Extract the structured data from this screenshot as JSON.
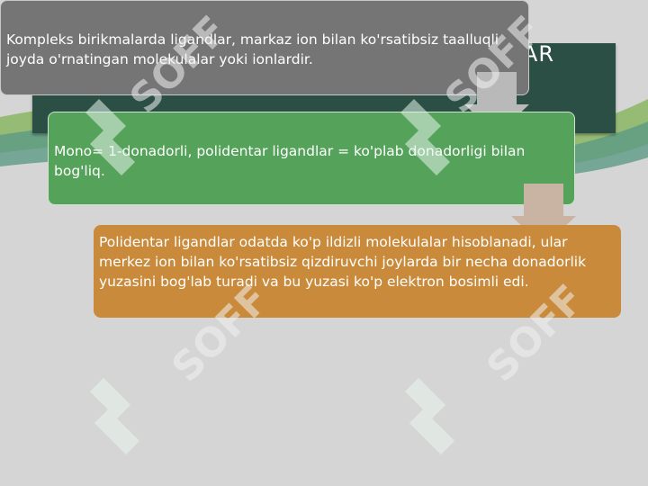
{
  "slide": {
    "header_fragment": "AR",
    "boxes": [
      {
        "text": "Kompleks birikmalarda ligandlar, markaz ion bilan ko'rsatibsiz taalluqli joyda o'rnatingan molekulalar yoki ionlardir.",
        "color": "#757575"
      },
      {
        "text": "Mono= 1-donadorli, polidentar ligandlar = ko'plab donadorligi bilan bog'liq.",
        "color": "#55a25a"
      },
      {
        "text": "Polidentar ligandlar odatda ko'p ildizli molekulalar hisoblanadi, ular merkez ion bilan ko'rsatibsiz qizdiruvchi joylarda bir necha donadorlik yuzasini bog'lab turadi va bu yuzasi ko'p elektron bosimli edi.",
        "color": "#c98b3b"
      }
    ]
  },
  "watermark": {
    "text": "SOFF"
  },
  "colors": {
    "dark_band": "#2b4f45",
    "arrow": "#b9b9b9",
    "background": "#d5d5d5"
  }
}
